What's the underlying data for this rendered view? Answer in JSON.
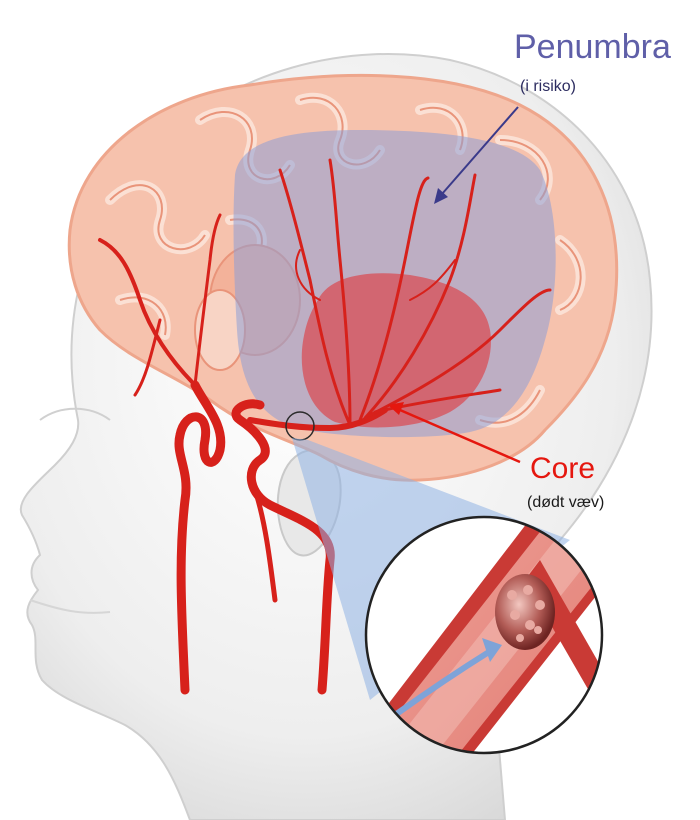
{
  "labels": {
    "penumbra_title": "Penumbra",
    "penumbra_sub": "(i risiko)",
    "core_title": "Core",
    "core_sub": "(dødt væv)"
  },
  "colors": {
    "penumbra_text": "#5f5fa8",
    "penumbra_zone": "#8e9fd6",
    "core_text": "#e5170f",
    "core_zone": "#e0363a",
    "artery": "#d7211b",
    "brain": "#f6c2ad",
    "head": "#ececec"
  },
  "icons": [
    "head-silhouette",
    "brain-illustration",
    "artery-network",
    "clot-magnifier"
  ]
}
